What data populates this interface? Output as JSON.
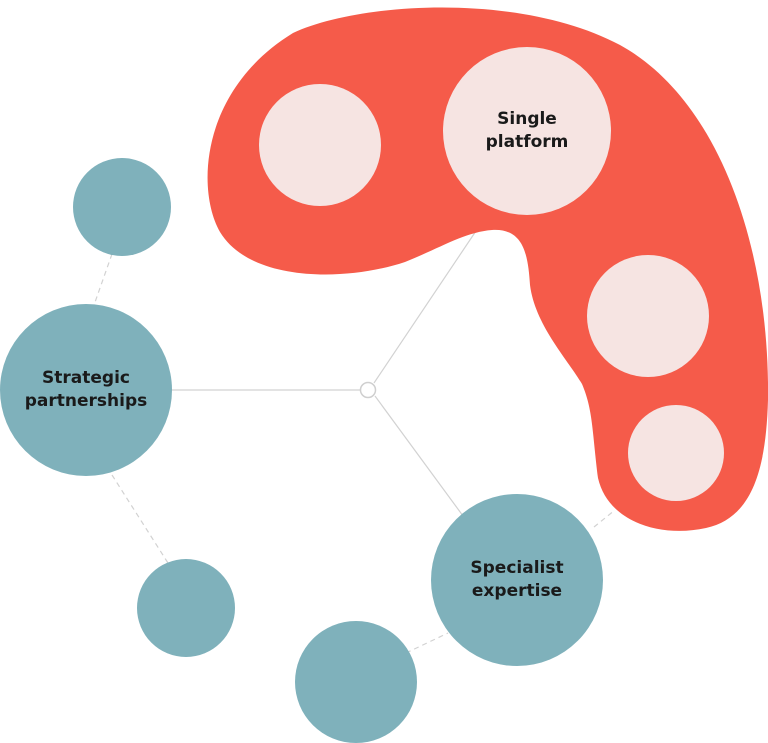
{
  "colors": {
    "blob": "#f55b4a",
    "pale_circle": "#f6e4e2",
    "teal_circle": "#7fb1bb",
    "connector": "#d2d2d2",
    "label_text": "#1a1a1a"
  },
  "nodes": {
    "single_platform": {
      "line1": "Single",
      "line2": "platform"
    },
    "strategic_partnerships": {
      "line1": "Strategic",
      "line2": "partnerships"
    },
    "specialist_expertise": {
      "line1": "Specialist",
      "line2": "expertise"
    }
  }
}
